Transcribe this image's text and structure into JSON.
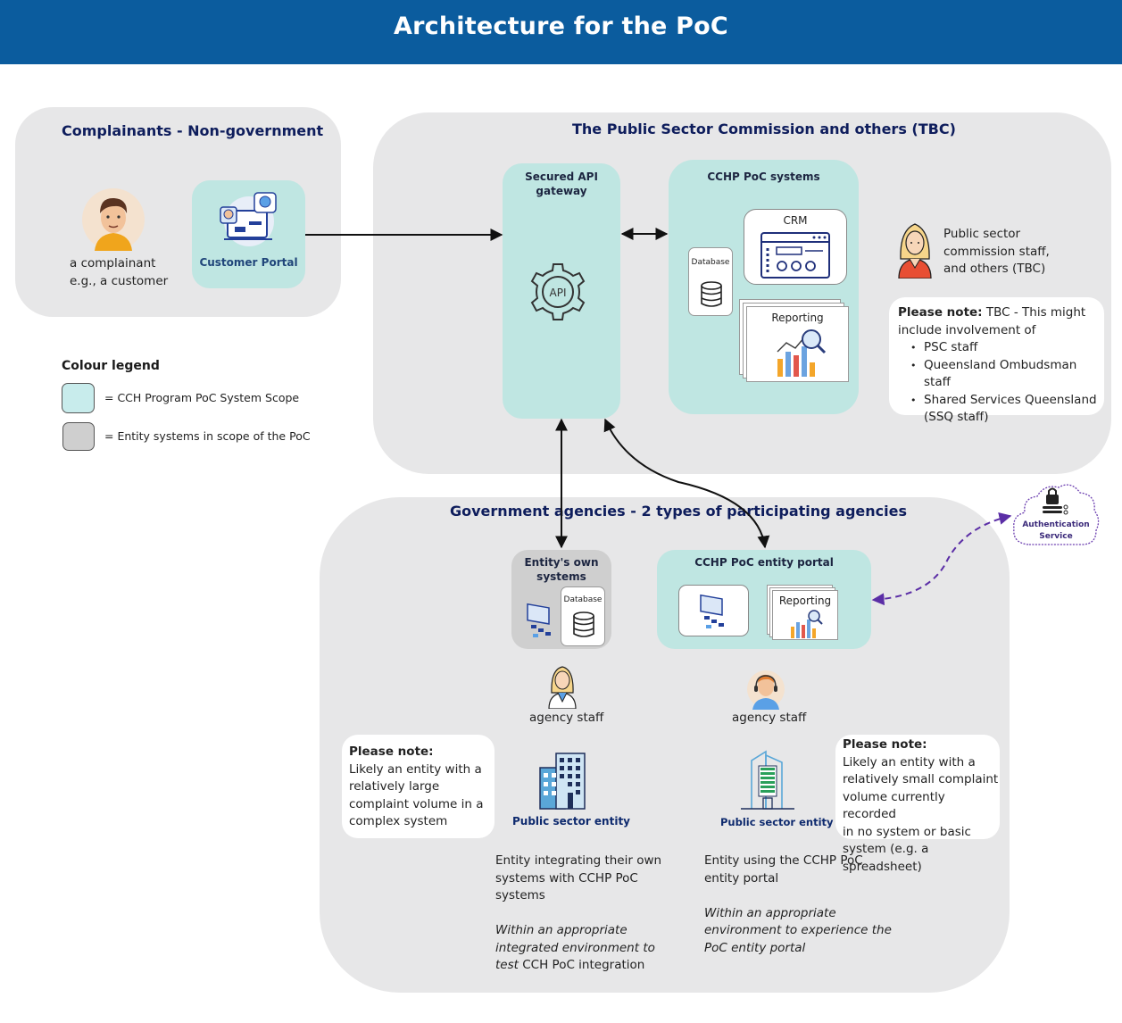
{
  "header": {
    "title": "Architecture for the PoC"
  },
  "complainants": {
    "title": "Complainants - Non-government",
    "person_label_line1": "a complainant",
    "person_label_line2": "e.g., a customer",
    "portal_label": "Customer Portal"
  },
  "psc": {
    "title": "The Public Sector Commission and others (TBC)",
    "api_gateway": {
      "title_line1": "Secured API",
      "title_line2": "gateway",
      "icon_text": "API"
    },
    "cchp_systems": {
      "title": "CCHP PoC systems",
      "crm_label": "CRM",
      "database_label": "Database",
      "reporting_label": "Reporting"
    },
    "staff_label_line1": "Public sector",
    "staff_label_line2": "commission staff,",
    "staff_label_line3": "and others (TBC)",
    "note": {
      "heading": "Please note:",
      "intro_a": "TBC - This might",
      "intro_b": "include involvement of",
      "items": [
        "PSC staff",
        "Queensland Ombudsman staff",
        "Shared Services Queensland",
        "(SSQ staff)"
      ]
    }
  },
  "auth": {
    "label_line1": "Authentication",
    "label_line2": "Service"
  },
  "legend": {
    "title": "Colour legend",
    "items": [
      {
        "label": "= CCH Program PoC System Scope",
        "color": "#c8ecec"
      },
      {
        "label": "= Entity systems in scope of the PoC",
        "color": "#cfcfcf"
      }
    ]
  },
  "agencies": {
    "title": "Government agencies - 2 types of participating agencies",
    "entity_systems": {
      "title_line1": "Entity's own",
      "title_line2": "systems",
      "database_label": "Database"
    },
    "entity_portal": {
      "title": "CCHP PoC entity portal",
      "reporting_label": "Reporting"
    },
    "left_staff_label": "agency staff",
    "right_staff_label": "agency staff",
    "left_note": {
      "heading": "Please note:",
      "lines": [
        "Likely an entity with a",
        "relatively large",
        "complaint volume in a",
        "complex system"
      ]
    },
    "right_note": {
      "heading": "Please note:",
      "lines": [
        "Likely an entity with a",
        "relatively small complaint",
        "volume currently recorded",
        "in no system or basic",
        "system (e.g. a spreadsheet)"
      ]
    },
    "left_entity_label": "Public sector entity",
    "right_entity_label": "Public sector entity",
    "left_desc": {
      "lines": [
        "Entity integrating their own",
        "systems with CCHP PoC",
        "systems"
      ],
      "italic_lines": [
        "Within an appropriate",
        "integrated environment to"
      ],
      "italic_last": "test",
      "last_rest": "CCH PoC integration"
    },
    "right_desc": {
      "lines": [
        "Entity using the CCHP PoC",
        "entity portal"
      ],
      "italic_lines": [
        "Within an appropriate",
        "environment to experience the",
        "PoC entity portal"
      ]
    }
  },
  "colors": {
    "header": "#0b5c9e",
    "zone": "#e7e7e8",
    "teal": "#bfe6e2",
    "navy": "#0e1d5c",
    "auth_arrow": "#5b2ea6"
  }
}
